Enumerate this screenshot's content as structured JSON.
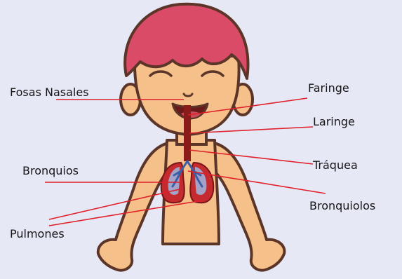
{
  "labels": {
    "fosas_nasales": "Fosas Nasales",
    "faringe": "Faringe",
    "laringe": "Laringe",
    "traquea": "Tráquea",
    "bronquios": "Bronquios",
    "bronquiolos": "Bronquiolos",
    "pulmones": "Pulmones"
  },
  "colors": {
    "background": "#e7e8f5",
    "hair": "#d94b67",
    "skin": "#f5c08a",
    "outline": "#5b3528",
    "leader_line": "#e0202a",
    "lung": "#c42a2e",
    "bronchi": "#3a5fa8",
    "trachea": "#8b1a1a"
  }
}
